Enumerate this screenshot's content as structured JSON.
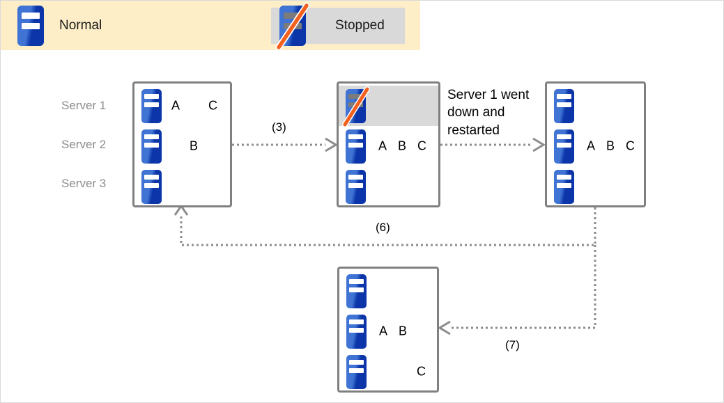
{
  "legend": {
    "items": [
      {
        "label": "Normal",
        "icon": "server-icon",
        "state": "normal"
      },
      {
        "label": "Stopped",
        "icon": "server-stopped-icon",
        "state": "stopped"
      }
    ]
  },
  "row_labels": [
    {
      "label": "Server 1"
    },
    {
      "label": "Server 2"
    },
    {
      "label": "Server 3"
    }
  ],
  "boxes": {
    "box1": {
      "name": "initial-state",
      "rows": [
        {
          "server": "Server 1",
          "state": "normal",
          "items": [
            "A",
            "C"
          ]
        },
        {
          "server": "Server 2",
          "state": "normal",
          "items": [
            "B"
          ]
        },
        {
          "server": "Server 3",
          "state": "normal",
          "items": []
        }
      ]
    },
    "box2": {
      "name": "server1-stopped-state",
      "rows": [
        {
          "server": "Server 1",
          "state": "stopped",
          "items": []
        },
        {
          "server": "Server 2",
          "state": "normal",
          "items": [
            "A",
            "B",
            "C"
          ]
        },
        {
          "server": "Server 3",
          "state": "normal",
          "items": []
        }
      ]
    },
    "box3": {
      "name": "server1-restarted-state",
      "rows": [
        {
          "server": "Server 1",
          "state": "normal",
          "items": []
        },
        {
          "server": "Server 2",
          "state": "normal",
          "items": [
            "A",
            "B",
            "C"
          ]
        },
        {
          "server": "Server 3",
          "state": "normal",
          "items": []
        }
      ]
    },
    "box4": {
      "name": "rebalanced-state",
      "rows": [
        {
          "server": "Server 1",
          "state": "normal",
          "items": []
        },
        {
          "server": "Server 2",
          "state": "normal",
          "items": [
            "A",
            "B"
          ]
        },
        {
          "server": "Server 3",
          "state": "normal",
          "items": [
            "C"
          ]
        }
      ]
    }
  },
  "annotations": {
    "server1_restart": "Server 1 went\ndown and\nrestarted"
  },
  "edges": [
    {
      "id": "e3",
      "label": "(3)"
    },
    {
      "id": "e6",
      "label": "(6)"
    },
    {
      "id": "e7",
      "label": "(7)"
    }
  ],
  "colors": {
    "legend_background": "#fdeec8",
    "stopped_chip_background": "#d9d9d9",
    "box_border": "#808080",
    "server_blue_light": "#3f73d4",
    "server_blue_dark": "#0b35a8",
    "slash_orange": "#f4601e",
    "row_label_gray": "#8c8c8c",
    "wire_gray": "#8c8c8c",
    "canvas_border": "#d9d9d9"
  }
}
